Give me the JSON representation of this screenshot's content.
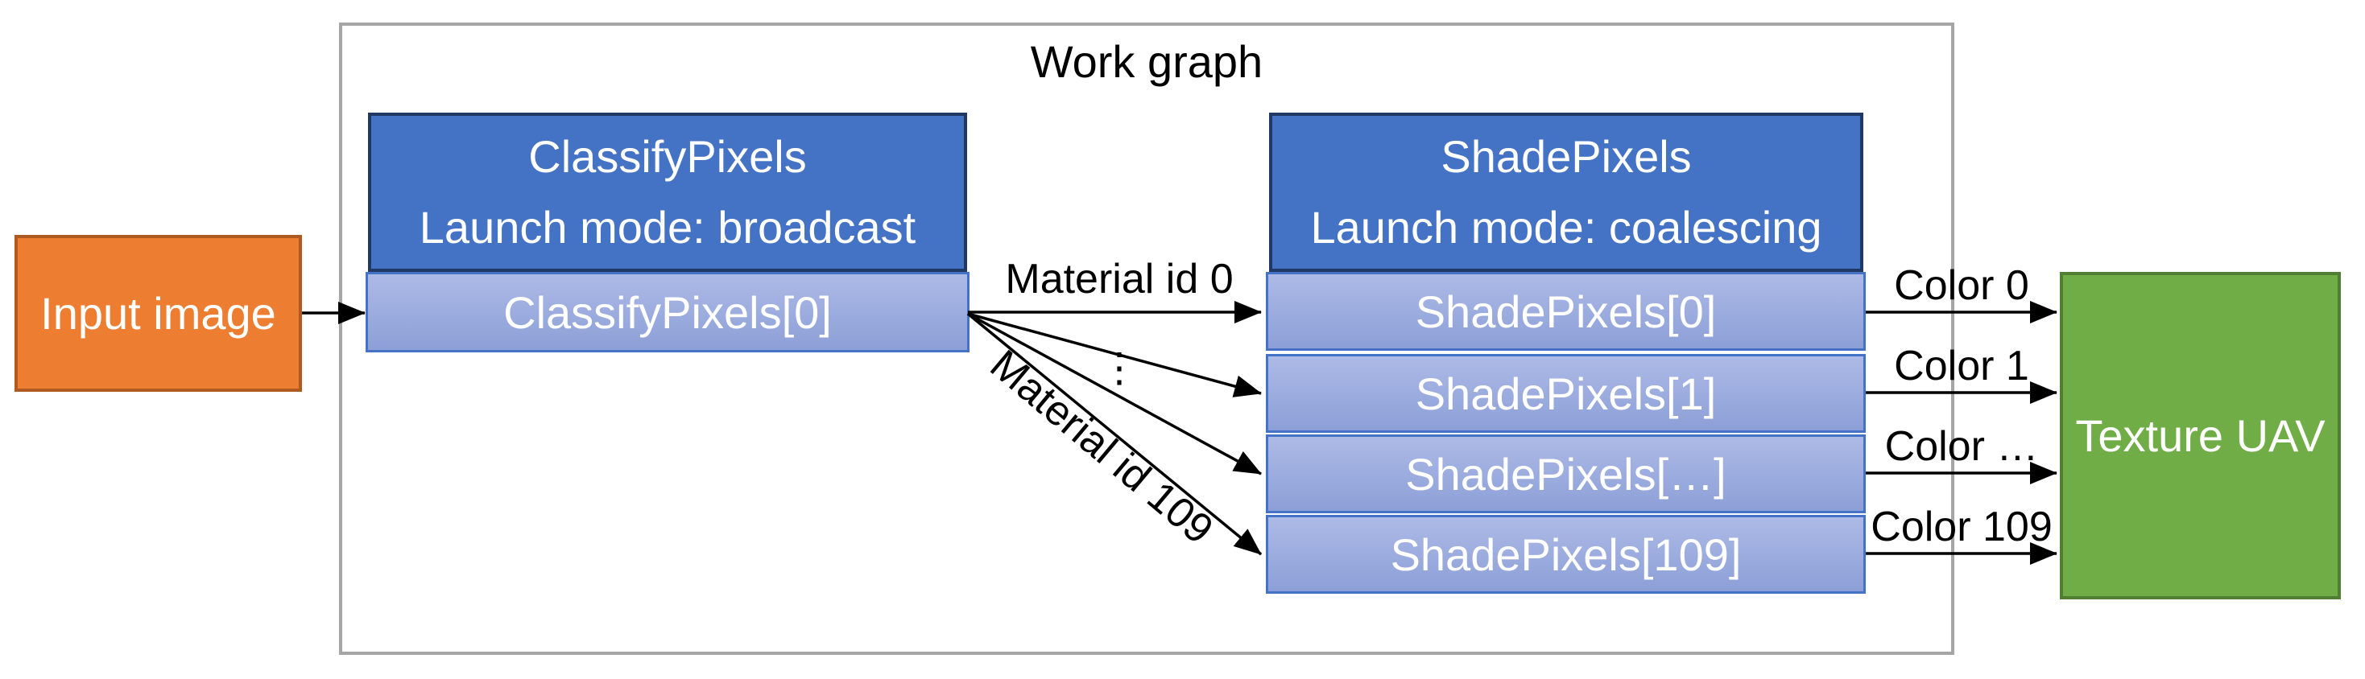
{
  "diagram": {
    "title": "Work graph",
    "input_node": {
      "label": "Input image"
    },
    "classify_node": {
      "title": "ClassifyPixels",
      "subtitle": "Launch mode: broadcast",
      "rows": [
        "ClassifyPixels[0]"
      ]
    },
    "shade_node": {
      "title": "ShadePixels",
      "subtitle": "Launch mode: coalescing",
      "rows": [
        "ShadePixels[0]",
        "ShadePixels[1]",
        "ShadePixels[…]",
        "ShadePixels[109]"
      ]
    },
    "output_node": {
      "label": "Texture UAV"
    },
    "edge_labels": {
      "material_0": "Material id 0",
      "material_ellipsis": "⋮",
      "material_109": "Material id 109",
      "color_0": "Color 0",
      "color_1": "Color 1",
      "color_ellipsis": "Color …",
      "color_109": "Color 109"
    },
    "colors": {
      "node_header_fill": "#4472C4",
      "node_header_border": "#1F3864",
      "node_row_fill_top": "#ADBAE6",
      "node_row_fill_bottom": "#8C9FD7",
      "node_row_border": "#4472C4",
      "input_fill": "#ED7D31",
      "input_border": "#AE5A21",
      "output_fill": "#70AD47",
      "output_border": "#507E32",
      "frame_border": "#A6A6A6",
      "arrow": "#000000",
      "node_text": "#FFFFFF",
      "label_text": "#000000"
    }
  }
}
